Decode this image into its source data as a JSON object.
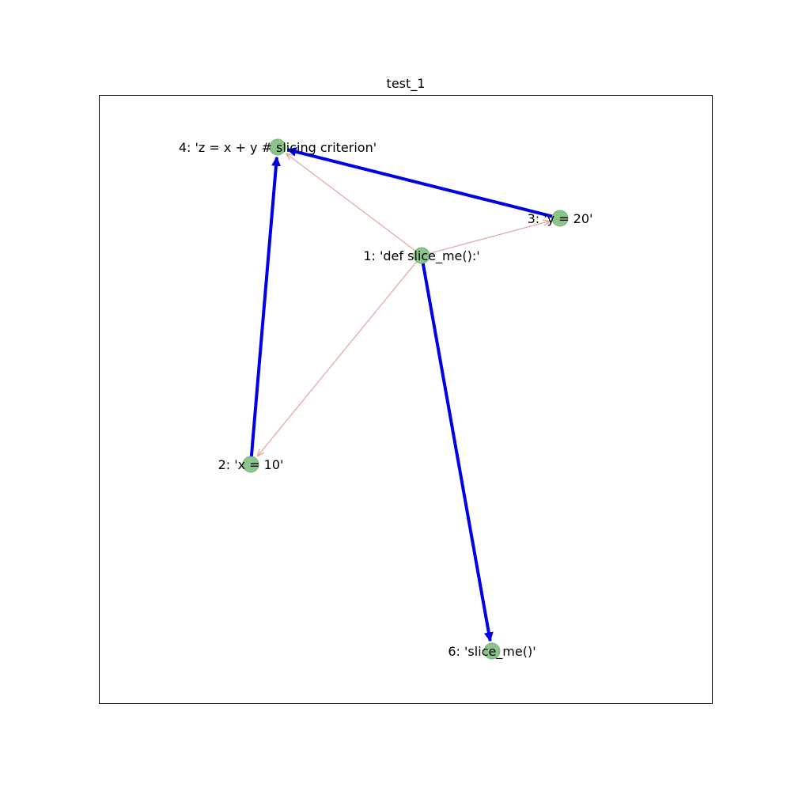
{
  "title": "test_1",
  "colors": {
    "node_fill": "#8cc58c",
    "node_stroke": "#6fb46f",
    "strong_edge": "#0000e6",
    "weak_edge": "#e2aaa6",
    "frame": "#000000"
  },
  "nodes": [
    {
      "id": "1",
      "label": "1: 'def slice_me():'"
    },
    {
      "id": "2",
      "label": "2: 'x = 10'"
    },
    {
      "id": "3",
      "label": "3: 'y = 20'"
    },
    {
      "id": "4",
      "label": "4: 'z = x + y # slicing criterion'"
    },
    {
      "id": "6",
      "label": "6: 'slice_me()'"
    }
  ],
  "edges": [
    {
      "from": "1",
      "to": "2",
      "kind": "weak"
    },
    {
      "from": "1",
      "to": "3",
      "kind": "weak"
    },
    {
      "from": "1",
      "to": "4",
      "kind": "weak"
    },
    {
      "from": "2",
      "to": "4",
      "kind": "strong"
    },
    {
      "from": "3",
      "to": "4",
      "kind": "strong"
    },
    {
      "from": "1",
      "to": "6",
      "kind": "strong"
    }
  ]
}
